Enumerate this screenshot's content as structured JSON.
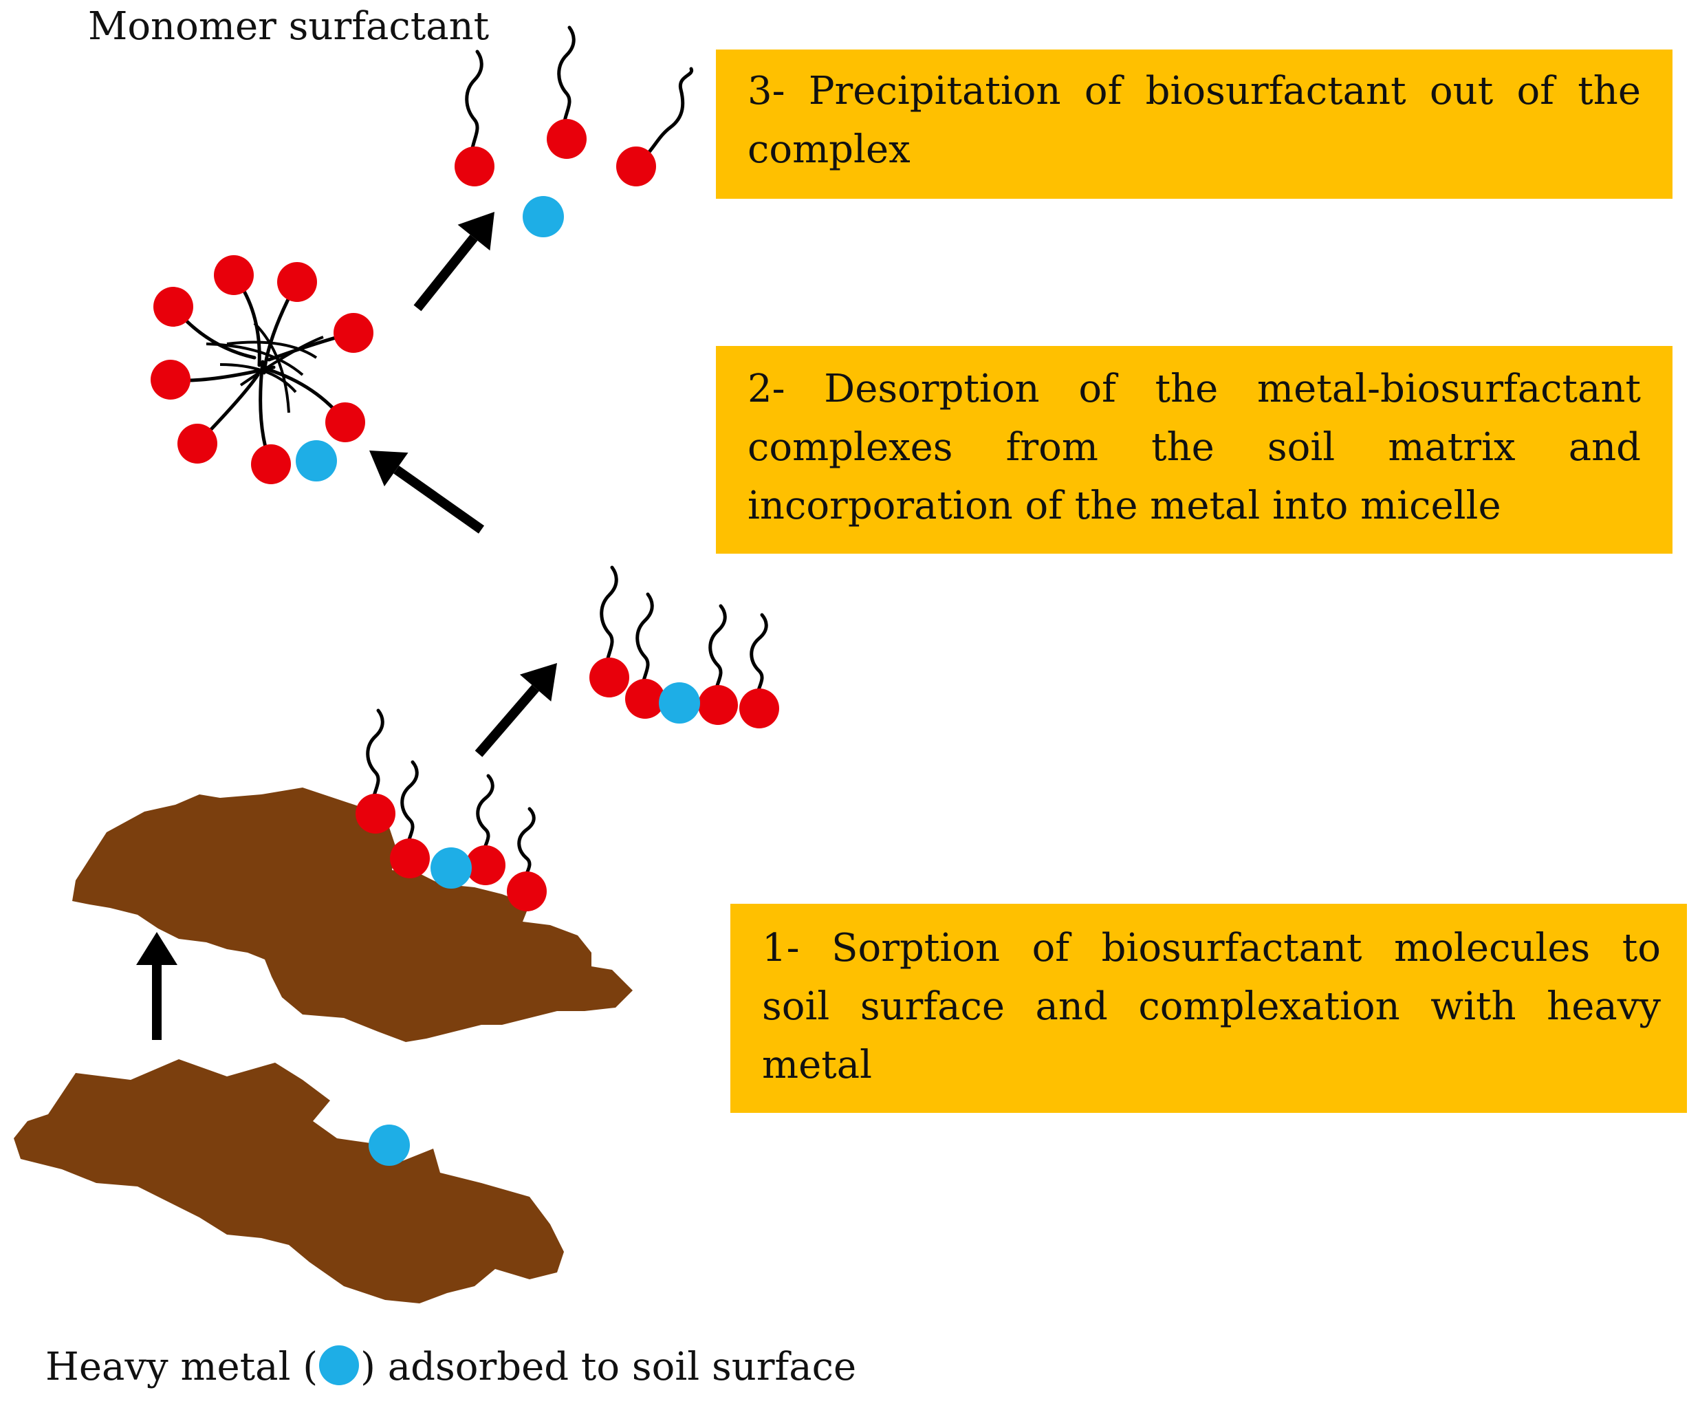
{
  "labels": {
    "monomer_surfactant": "Monomer surfactant",
    "heavy_metal_prefix": "Heavy metal (",
    "heavy_metal_suffix": ") adsorbed to soil surface"
  },
  "steps": [
    {
      "id": "step-3",
      "lines": [
        "3- Precipitation of biosurfactant out of the",
        "complex"
      ]
    },
    {
      "id": "step-2",
      "lines": [
        "2- Desorption of the metal-biosurfactant",
        "complexes from the soil matrix and",
        "incorporation of the metal into micelle"
      ]
    },
    {
      "id": "step-1",
      "lines": [
        "1- Sorption of biosurfactant molecules to",
        "soil surface and complexation with heavy",
        "metal"
      ]
    }
  ],
  "colors": {
    "step_box": "#ffc000",
    "surfactant_head": "#e8000b",
    "heavy_metal": "#1eaee6",
    "soil": "#7b3f0e",
    "arrow": "#000000",
    "text": "#111111"
  }
}
